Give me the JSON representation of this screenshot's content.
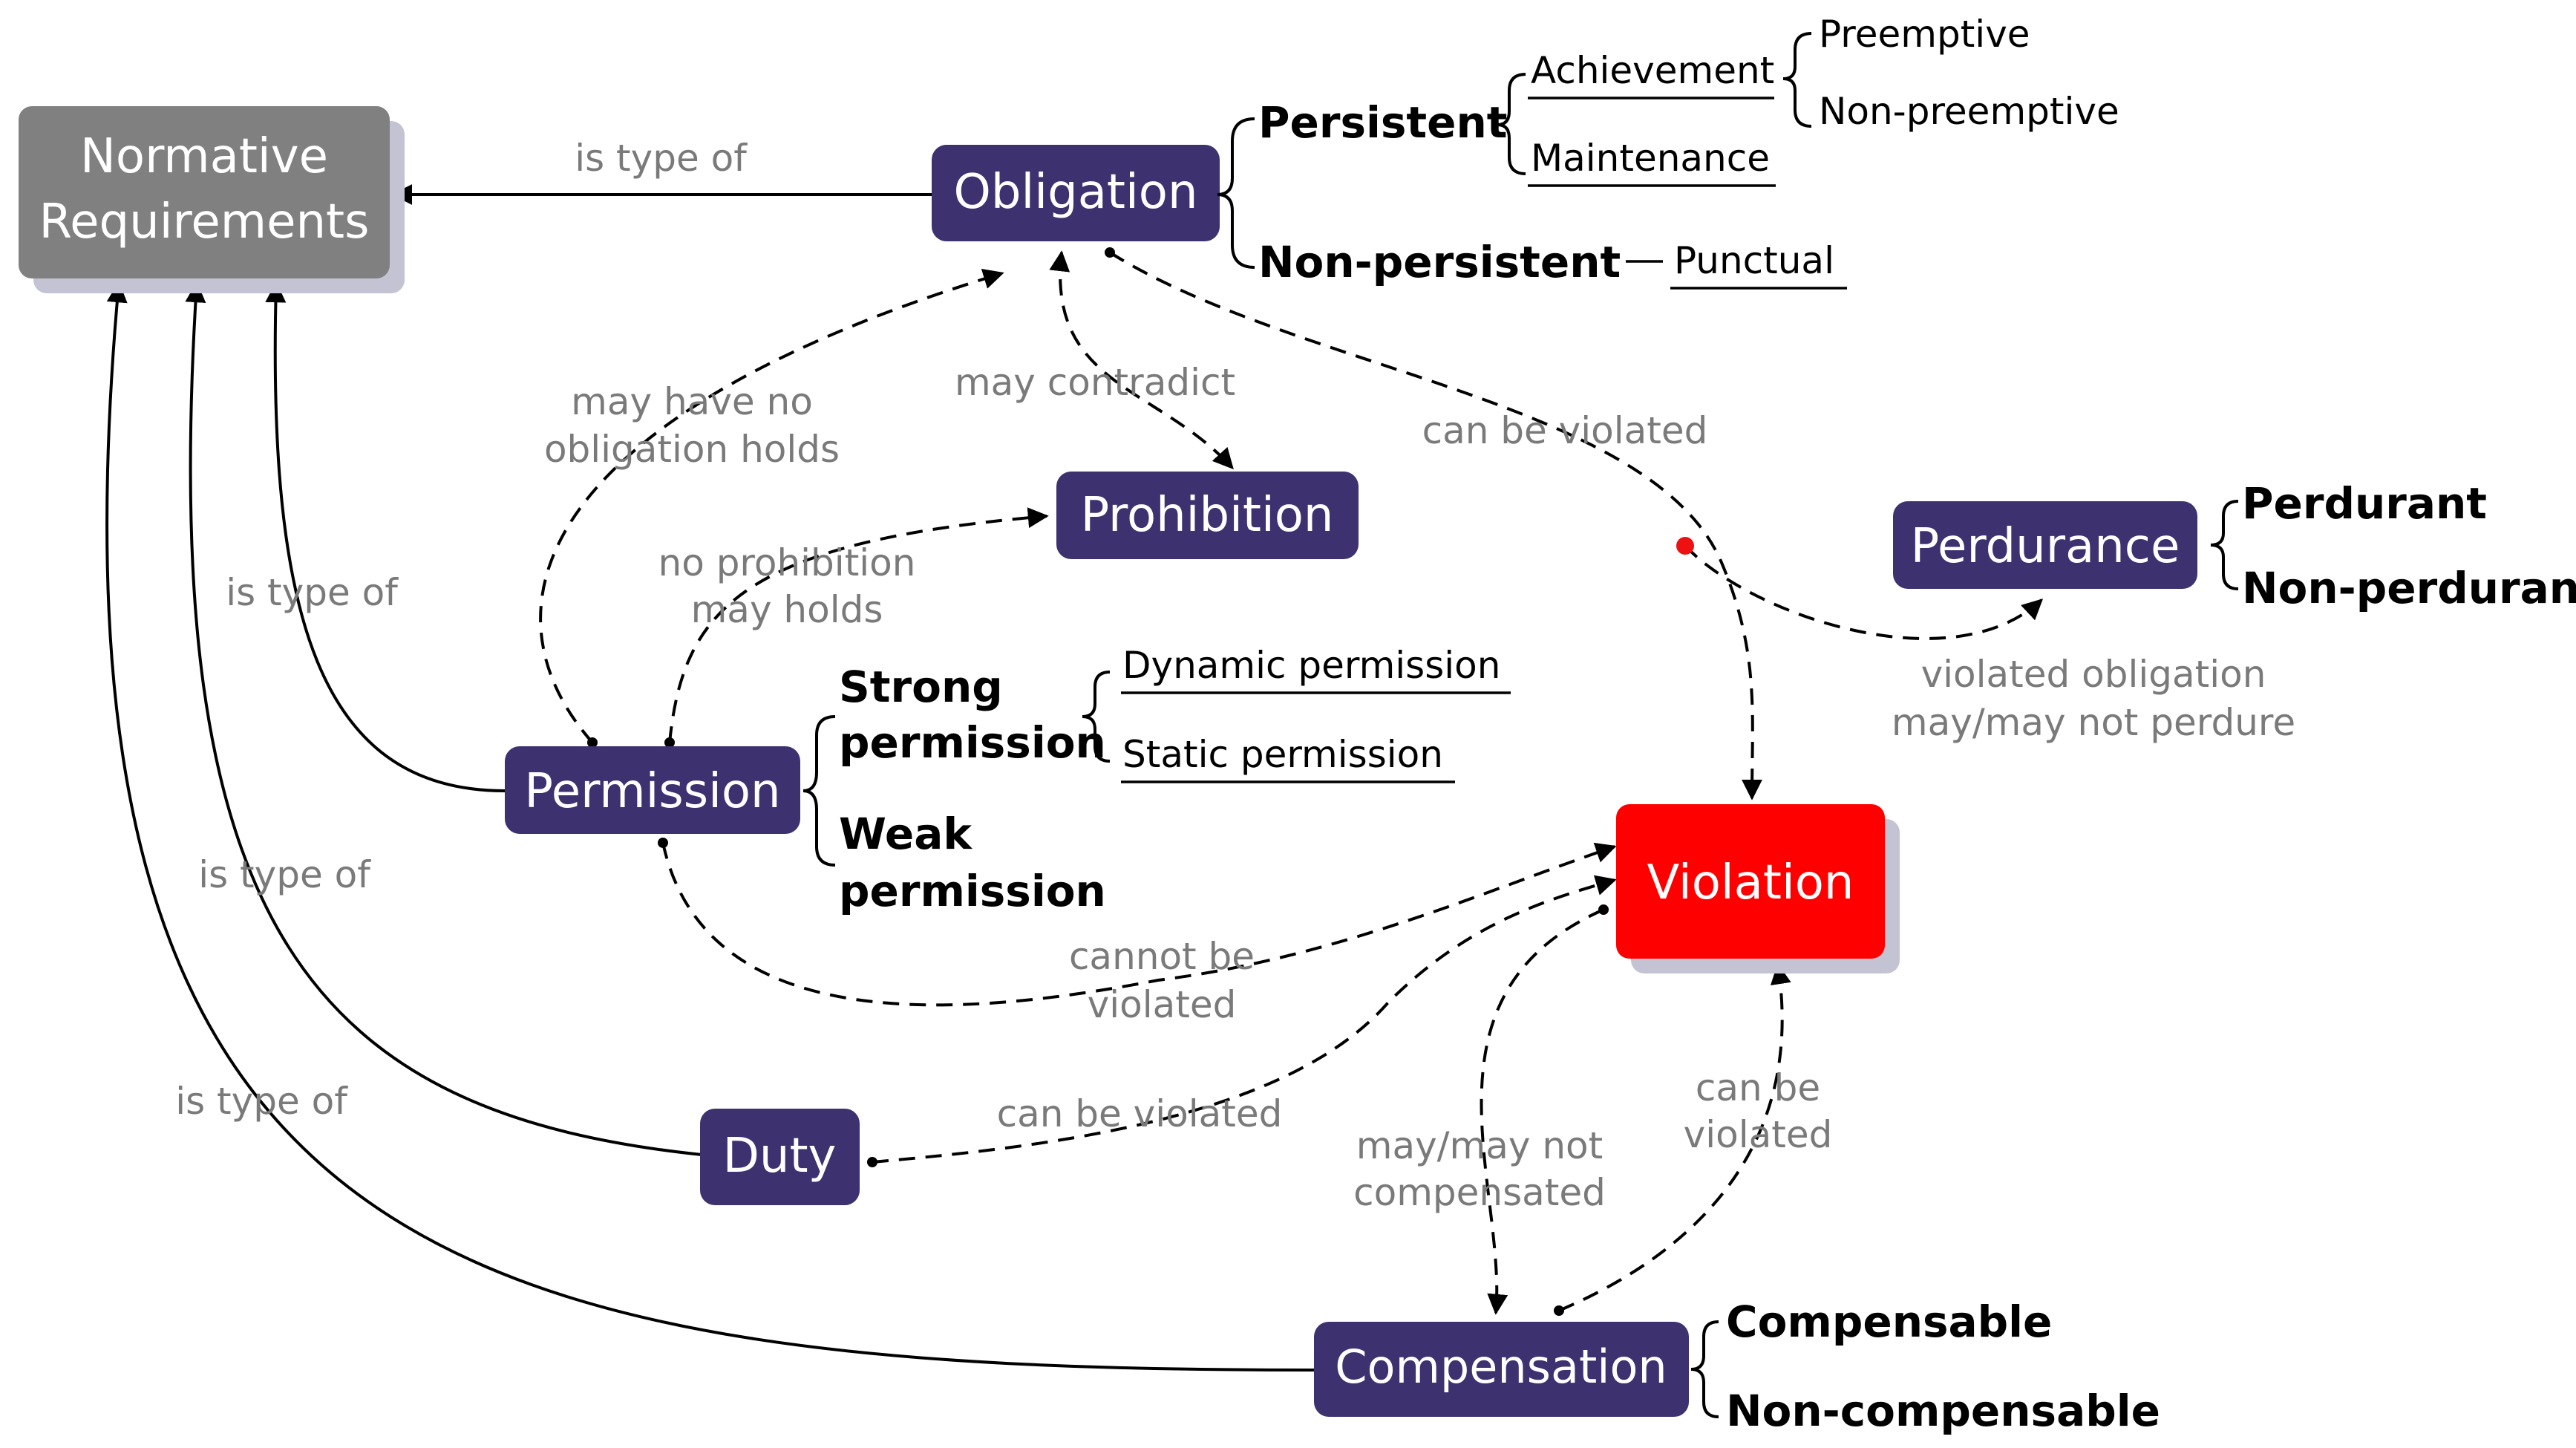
{
  "nodes": {
    "normative_line1": "Normative",
    "normative_line2": "Requirements",
    "obligation": "Obligation",
    "prohibition": "Prohibition",
    "permission": "Permission",
    "duty": "Duty",
    "violation": "Violation",
    "perdurance": "Perdurance",
    "compensation": "Compensation"
  },
  "edge_labels": {
    "obligation_is_type_of": "is type of",
    "permission_is_type_of": "is type of",
    "duty_is_type_of": "is type of",
    "compensation_is_type_of": "is type of",
    "no_obligation_line1": "may have no",
    "no_obligation_line2": "obligation holds",
    "may_contradict": "may contradict",
    "no_prohibition_line1": "no prohibition",
    "no_prohibition_line2": "may holds",
    "obligation_can_be_violated": "can be violated",
    "perdure_line1": "violated obligation",
    "perdure_line2": "may/may not perdure",
    "cannot_violated_line1": "cannot be",
    "cannot_violated_line2": "violated",
    "duty_can_be_violated": "can be violated",
    "compensated_line1": "may/may not",
    "compensated_line2": "compensated",
    "comp_violated_line1": "can be",
    "comp_violated_line2": "violated"
  },
  "obligation_types": {
    "persistent": "Persistent",
    "non_persistent": "Non-persistent",
    "achievement": "Achievement",
    "maintenance": "Maintenance",
    "punctual": "Punctual",
    "preemptive": "Preemptive",
    "non_preemptive": "Non-preemptive"
  },
  "permission_types": {
    "strong_line1": "Strong",
    "strong_line2": "permission",
    "weak_line1": "Weak",
    "weak_line2": "permission",
    "dynamic": "Dynamic permission",
    "static": "Static permission"
  },
  "perdurance_types": {
    "perdurant": "Perdurant",
    "non_perdurant": "Non-perdurant"
  },
  "compensation_types": {
    "compensable": "Compensable",
    "non_compensable": "Non-compensable"
  },
  "colors": {
    "node_purple": "#3d3170",
    "root_gray": "#808080",
    "violation_red": "#ff0000",
    "shadow": "#c3c3d3",
    "label_gray": "#7a7a7a",
    "red_dot": "#ee1111"
  }
}
